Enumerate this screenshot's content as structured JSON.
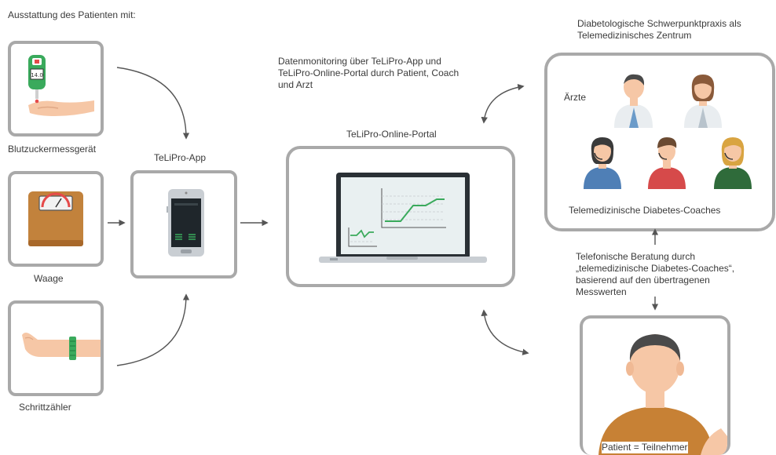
{
  "header": {
    "equipment_title": "Ausstattung des Patienten mit:"
  },
  "devices": {
    "glucometer": {
      "label": "Blutzuckermessgerät",
      "reading": "14.0"
    },
    "scale": {
      "label": "Waage"
    },
    "pedometer": {
      "label": "Schrittzähler"
    }
  },
  "app": {
    "label": "TeLiPro-App"
  },
  "portal": {
    "label": "TeLiPro-Online-Portal",
    "monitoring_text": "Datenmonitoring über TeLiPro-App und TeLiPro-Online-Portal durch Patient, Coach und Arzt"
  },
  "center": {
    "title": "Diabetologische Schwerpunktpraxis als Telemedizinisches Zentrum",
    "doctors_label": "Ärzte",
    "coaches_label": "Telemedizinische Diabetes-Coaches"
  },
  "consultation_text": "Telefonische Beratung durch „telemedizinische Diabetes-Coaches“, basierend auf den übertragenen Messwerten",
  "patient": {
    "label": "Patient = Teilnehmer"
  },
  "colors": {
    "box_border": "#a9a9a9",
    "arrow": "#555555",
    "accent_green": "#3aaa5c",
    "skin": "#f6c7a6"
  }
}
